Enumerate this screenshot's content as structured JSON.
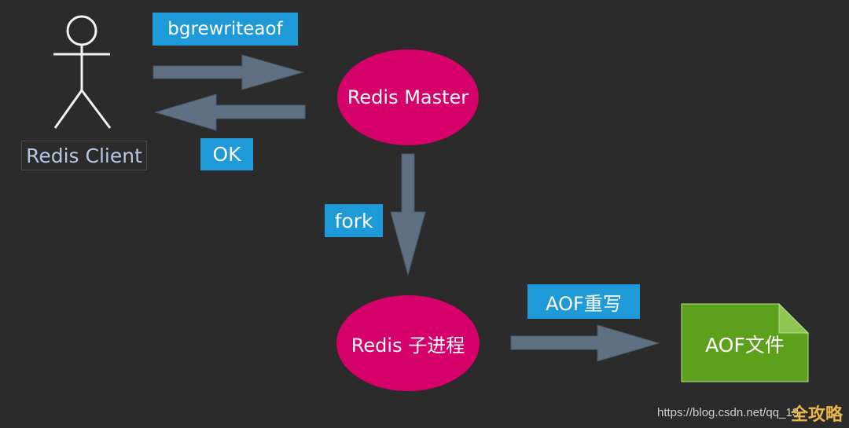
{
  "client": {
    "label": "Redis Client"
  },
  "messages": {
    "request": "bgrewriteaof",
    "response": "OK",
    "fork": "fork",
    "rewrite": "AOF重写"
  },
  "nodes": {
    "master": "Redis Master",
    "child": "Redis 子进程",
    "aof_file": "AOF文件"
  },
  "watermark": {
    "url": "https://blog.csdn.net/qq_13",
    "logo": "全攻略"
  },
  "colors": {
    "background": "#2b2b2b",
    "node_fill": "#d6006a",
    "file_fill": "#5ca01c",
    "arrow_fill": "#5f7083",
    "tag_fill": "#1f9ad8"
  }
}
